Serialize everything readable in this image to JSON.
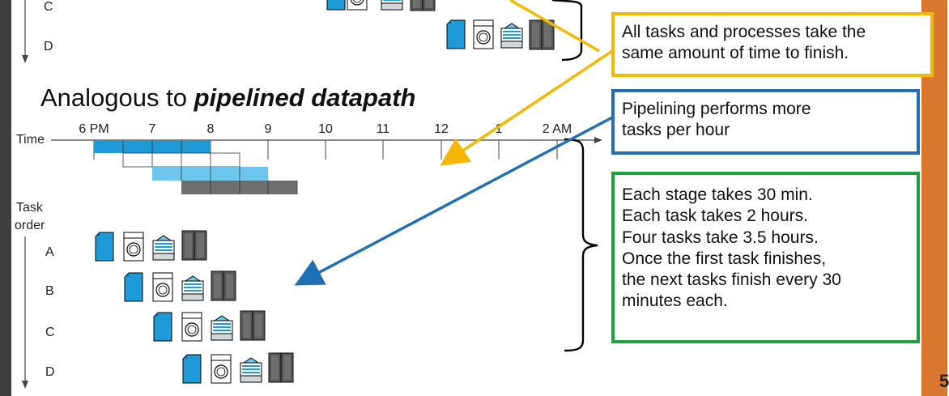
{
  "heading": {
    "prefix": "Analogous to ",
    "emphasis": "pipelined datapath"
  },
  "timeline": {
    "axis_label": "Time",
    "ticks": [
      "6 PM",
      "7",
      "8",
      "9",
      "10",
      "11",
      "12",
      "1",
      "2 AM"
    ],
    "y_label_line1": "Task",
    "y_label_line2": "order"
  },
  "top_partial": {
    "task_labels": [
      "C",
      "D"
    ]
  },
  "tasks": [
    "A",
    "B",
    "C",
    "D"
  ],
  "callouts": {
    "same_time": {
      "lines": [
        "All tasks and processes take the",
        "same amount of time to finish."
      ],
      "border": "#f5b800"
    },
    "pipelining": {
      "lines": [
        "Pipelining performs more",
        "tasks per hour"
      ],
      "border": "#1f6fb5"
    },
    "stages": {
      "lines": [
        "Each stage takes 30 min.",
        "Each task takes 2 hours.",
        "Four tasks take 3.5 hours.",
        "Once the first task finishes,",
        "the next tasks finish every 30",
        "minutes each."
      ],
      "border": "#1aa33a"
    }
  },
  "colors": {
    "washer": "#1e9ad6",
    "dryer_light": "#6cc6ee",
    "closet": "#6e6e6e",
    "yellow_arrow": "#f5b800",
    "blue_arrow": "#1f6fb5"
  },
  "page_number": "5"
}
